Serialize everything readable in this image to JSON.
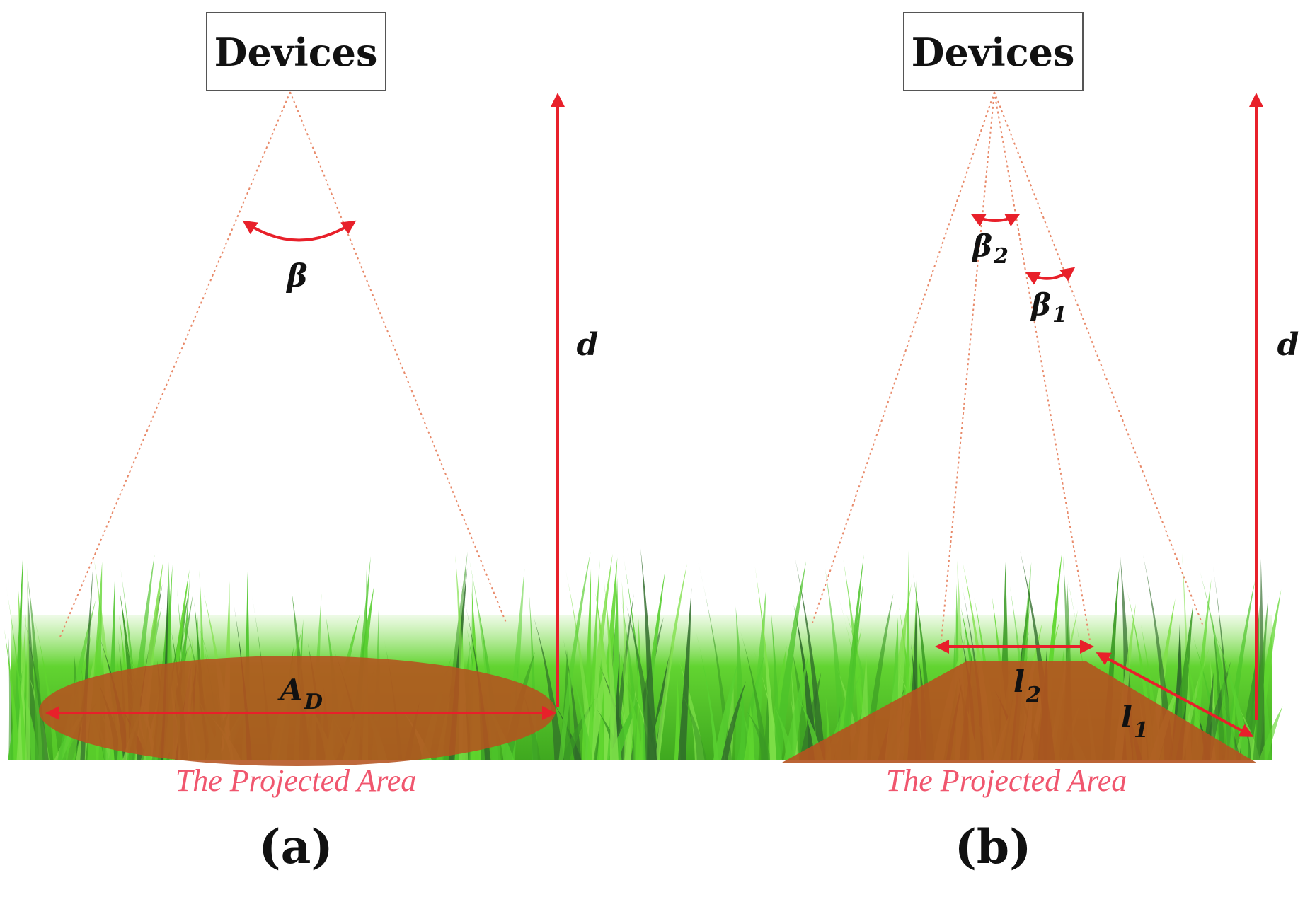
{
  "panel_a": {
    "device_label": "Devices",
    "angle_label": "β",
    "distance_label": "d",
    "area_label": "A",
    "area_subscript": "D",
    "caption": "The Projected Area",
    "panel_label": "(a)"
  },
  "panel_b": {
    "device_label": "Devices",
    "angle1_label": "β",
    "angle1_subscript": "1",
    "angle2_label": "β",
    "angle2_subscript": "2",
    "distance_label": "d",
    "length1_label": "l",
    "length1_subscript": "1",
    "length2_label": "l",
    "length2_subscript": "2",
    "caption": "The Projected Area",
    "panel_label": "(b)"
  },
  "colors": {
    "accent_red": "#e8202a",
    "caption_pink": "#f0566e",
    "dotted_line": "#e88a6a",
    "projected_area": "#b5531f",
    "grass_light": "#5fd62e",
    "grass_dark": "#2f6b2a"
  }
}
